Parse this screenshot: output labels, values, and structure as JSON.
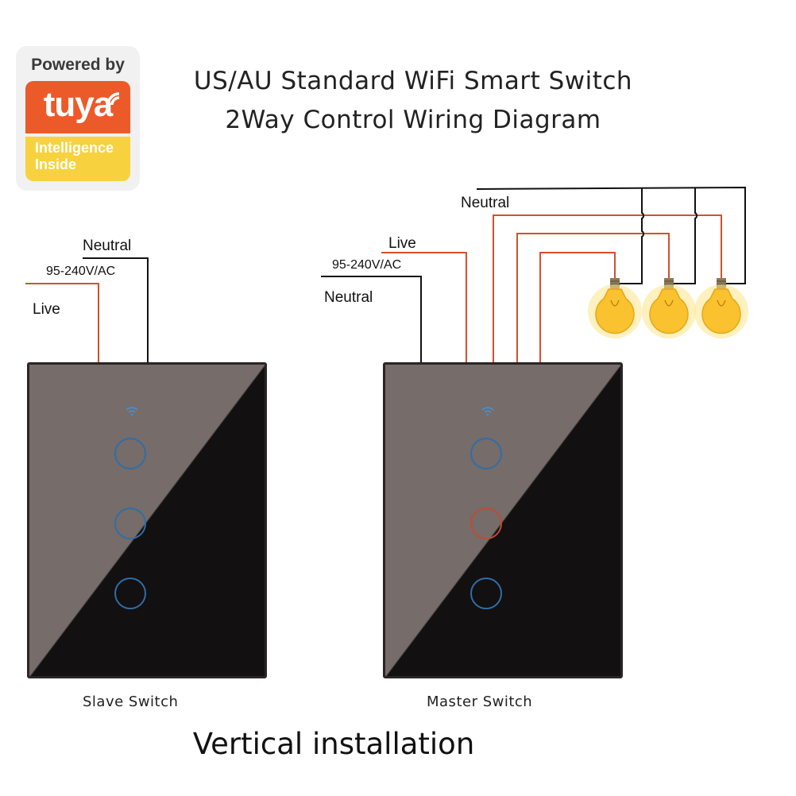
{
  "badge": {
    "powered_by": "Powered by",
    "logo": "tuya",
    "tagline_line1": "Intelligence",
    "tagline_line2": "Inside",
    "colors": {
      "red": "#ec5a2a",
      "yellow": "#f7d23e"
    }
  },
  "title": {
    "line1": "US/AU Standard WiFi  Smart Switch",
    "line2": "2Way Control Wiring Diagram"
  },
  "slave": {
    "neutral": "Neutral",
    "voltage": "95-240V/AC",
    "live": "Live",
    "caption": "Slave Switch",
    "buttons": [
      "off",
      "off",
      "off"
    ]
  },
  "master": {
    "live": "Live",
    "voltage": "95-240V/AC",
    "neutral_left": "Neutral",
    "neutral_top": "Neutral",
    "caption": "Master Switch",
    "buttons": [
      "off",
      "on",
      "off"
    ]
  },
  "footer": "Vertical installation",
  "colors": {
    "live_wire": "#d4502d",
    "neutral_wire": "#111111",
    "button_ring": "#2f6ea8",
    "button_ring_active": "#c24a33",
    "bulb": "#f9c22e"
  }
}
